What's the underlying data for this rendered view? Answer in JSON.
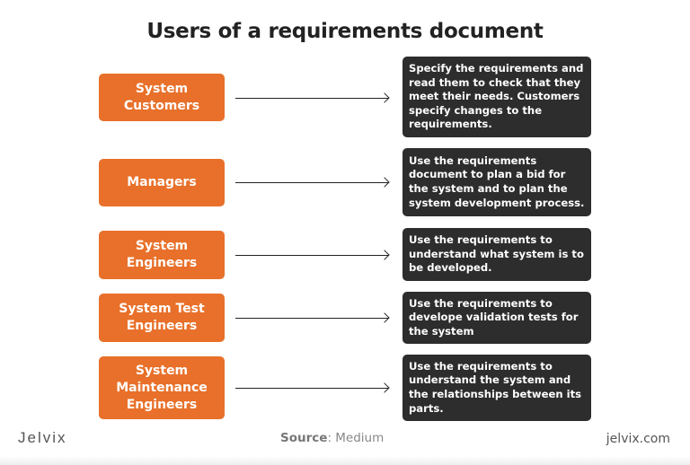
{
  "title": "Users of a requirements document",
  "colors": {
    "role_box": "#e8702a",
    "description_box": "#2d2d2d"
  },
  "rows": [
    {
      "role": "System Customers",
      "description": "Specify the requirements and read them to check that they meet their needs. Customers specify changes to the requirements."
    },
    {
      "role": "Managers",
      "description": "Use the requirements document to plan a bid for the system and to plan the system development process."
    },
    {
      "role": "System Engineers",
      "description": "Use the requirements to understand what system is to be developed."
    },
    {
      "role": "System Test Engineers",
      "description": "Use the requirements to develope validation tests for the system"
    },
    {
      "role": "System Maintenance Engineers",
      "description": "Use the requirements to understand the system and the relationships between its parts."
    }
  ],
  "footer": {
    "logo": "Jelvix",
    "source_label": "Source",
    "source_value": ": Medium",
    "url": "jelvix.com"
  }
}
